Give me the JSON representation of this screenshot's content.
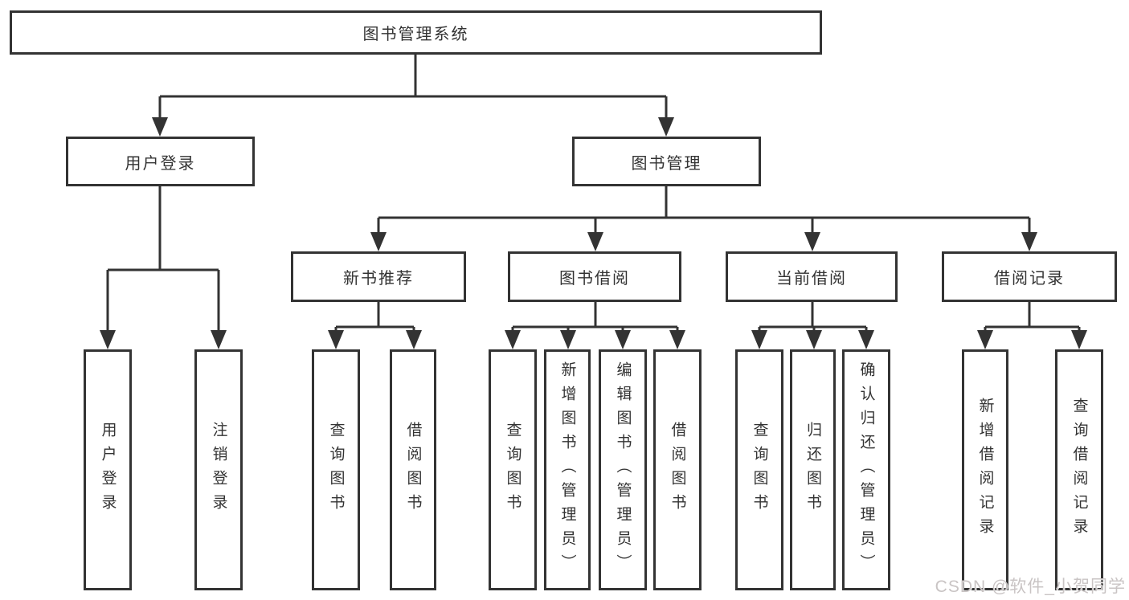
{
  "colors": {
    "background": "#ffffff",
    "line": "#333333",
    "box_border": "#333333",
    "text": "#333333",
    "watermark": "#c9c4c4"
  },
  "tree": {
    "root": "图书管理系统",
    "branches": [
      {
        "label": "用户登录",
        "leaves": [
          "用户登录",
          "注销登录"
        ]
      },
      {
        "label": "图书管理",
        "children": [
          {
            "label": "新书推荐",
            "leaves": [
              "查询图书",
              "借阅图书"
            ]
          },
          {
            "label": "图书借阅",
            "leaves": [
              "查询图书",
              "新增图书（管理员）",
              "编辑图书（管理员）",
              "借阅图书"
            ]
          },
          {
            "label": "当前借阅",
            "leaves": [
              "查询图书",
              "归还图书",
              "确认归还（管理员）"
            ]
          },
          {
            "label": "借阅记录",
            "leaves": [
              "新增借阅记录",
              "查询借阅记录"
            ]
          }
        ]
      }
    ]
  },
  "watermark": "CSDN @软件_小贺同学"
}
